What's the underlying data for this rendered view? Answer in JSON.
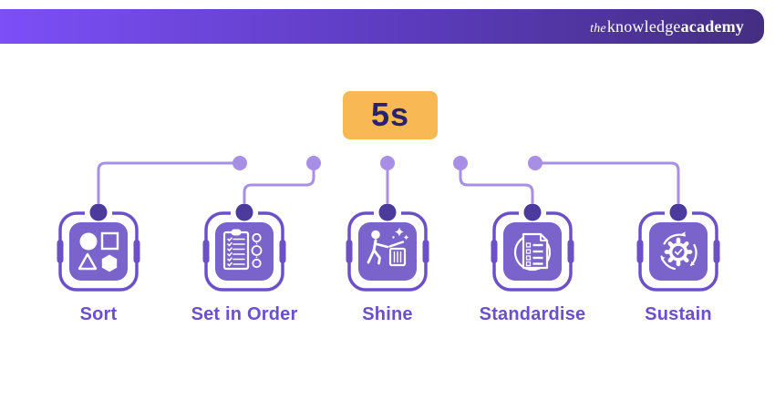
{
  "header": {
    "brand_the": "the",
    "brand_knowledge": "knowledge",
    "brand_academy": "academy"
  },
  "title": {
    "label": "5s"
  },
  "steps": [
    {
      "label": "Sort",
      "icon": "shapes-icon"
    },
    {
      "label": "Set in Order",
      "icon": "checklist-sequence-icon"
    },
    {
      "label": "Shine",
      "icon": "clean-up-trash-icon"
    },
    {
      "label": "Standardise",
      "icon": "standard-document-icon"
    },
    {
      "label": "Sustain",
      "icon": "gear-cycle-icon"
    }
  ],
  "colors": {
    "header_gradient_start": "#7C4FF7",
    "header_gradient_end": "#442E82",
    "title_bg": "#F8B954",
    "title_text": "#2B2171",
    "connector": "#A78FE5",
    "icon_frame": "#6C50C8",
    "icon_fill": "#7A63CB",
    "icon_top_dot": "#4C3A9C",
    "label_text": "#6B4ED1",
    "background": "#FFFFFF"
  }
}
